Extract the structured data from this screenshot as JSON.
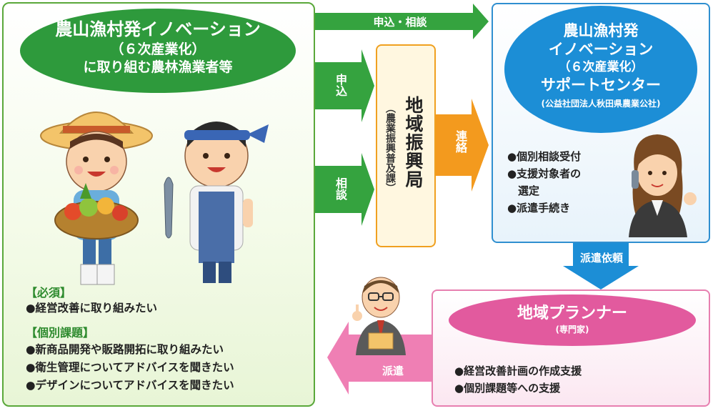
{
  "farmers": {
    "title": "農山漁村発イノベーション",
    "subtitle_1": "（６次産業化）",
    "subtitle_2": "に取り組む農林漁業者等",
    "required_heading": "【必須】",
    "required_items": [
      "●経営改善に取り組みたい"
    ],
    "individual_heading": "【個別課題】",
    "individual_items": [
      "●新商品開発や販路開拓に取り組みたい",
      "●衛生管理についてアドバイスを聞きたい",
      "●デザインについてアドバイスを聞きたい"
    ]
  },
  "support_center": {
    "line1": "農山漁村発",
    "line2": "イノベーション",
    "line3": "（６次産業化）",
    "line4": "サポートセンター",
    "org": "(公益社団法人秋田県農業公社)",
    "items": [
      "●個別相談受付",
      "●支援対象者の",
      "　選定",
      "●派遣手続き"
    ]
  },
  "regional_office": {
    "name": "地域振興局",
    "dept": "（農業振興普及課）"
  },
  "planner": {
    "title": "地域プランナー",
    "subtitle": "(専門家)",
    "items": [
      "●経営改善計画の作成支援",
      "●個別課題等への支援"
    ]
  },
  "arrows": {
    "top": "申込・相談",
    "apply": "申込",
    "consult": "相談",
    "contact": "連絡",
    "request": "派遣依頼",
    "dispatch": "派遣"
  },
  "colors": {
    "green": "#35a33f",
    "blue": "#1c8ed6",
    "orange": "#f39a1e",
    "pink": "#e25a9e"
  }
}
